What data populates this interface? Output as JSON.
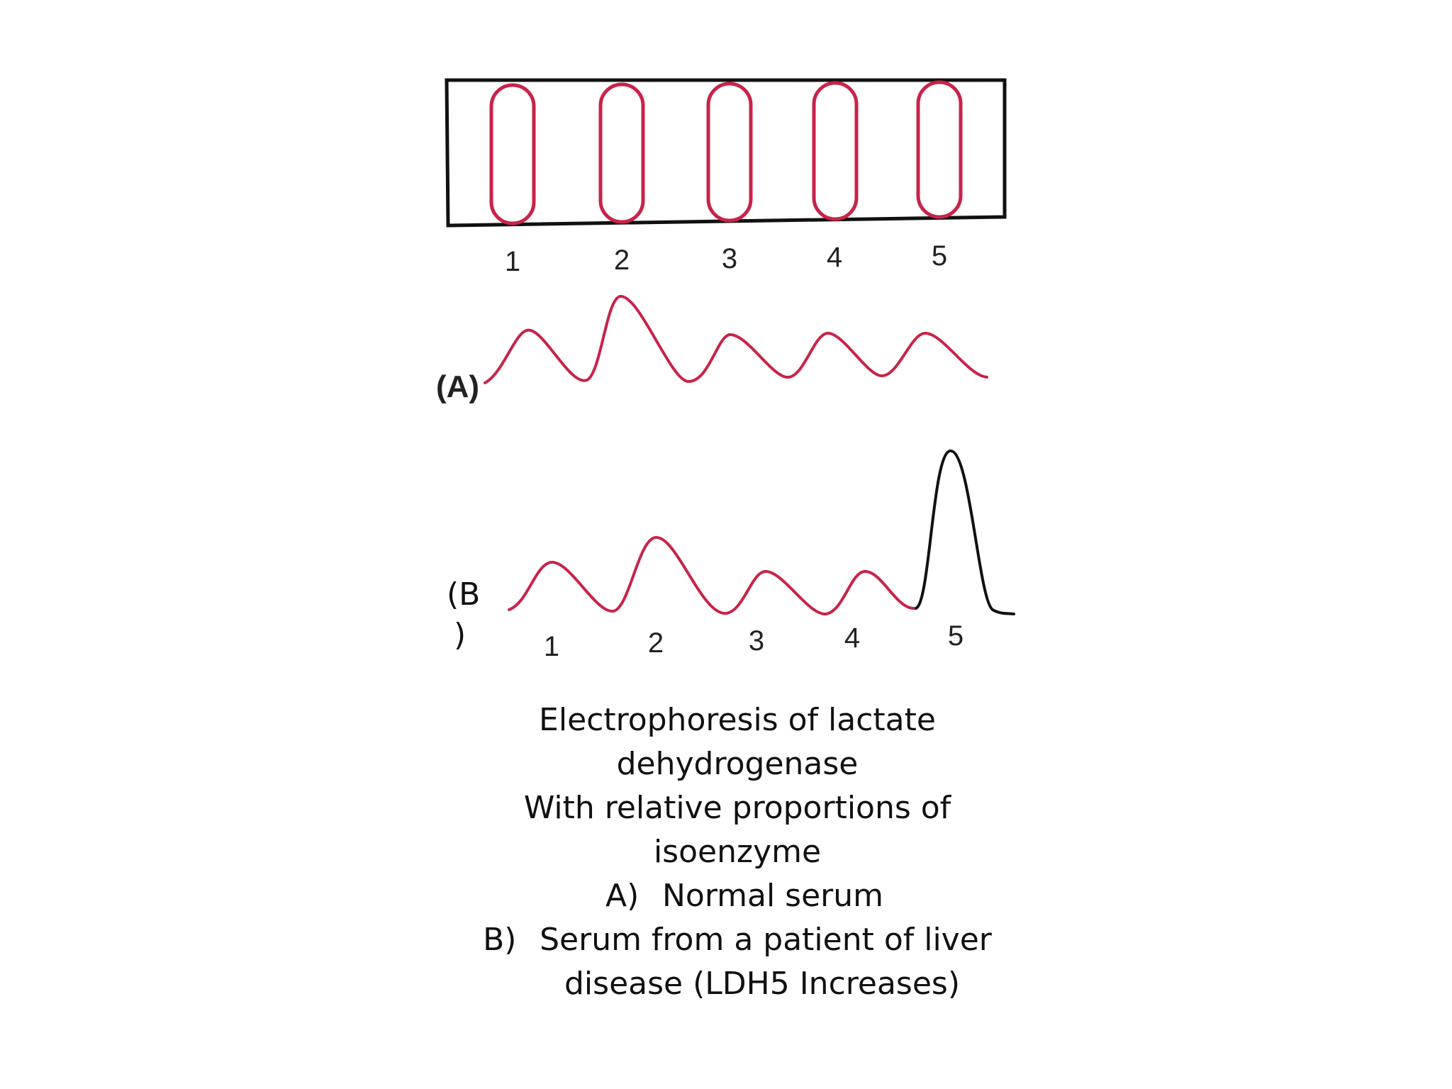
{
  "diagram": {
    "lane_numbers": [
      "1",
      "2",
      "3",
      "4",
      "5"
    ],
    "panel_a_label": "(A)",
    "panel_b_label_line1": "(B",
    "panel_b_label_line2": ")",
    "panel_b_numbers": [
      "1",
      "2",
      "3",
      "4",
      "5"
    ],
    "colors": {
      "band": "#c8234a",
      "frame": "#111111",
      "trace_a": "#c8234a",
      "trace_b": "#c8234a",
      "trace_b_peak5": "#111111"
    }
  },
  "caption": {
    "line1": "Electrophoresis of lactate",
    "line2": "dehydrogenase",
    "line3": "With relative proportions of",
    "line4": "isoenzyme",
    "item_a_marker": "A)",
    "item_a_text": "Normal serum",
    "item_b_marker": "B)",
    "item_b_text": "Serum from a patient of liver",
    "item_b_cont": "disease (LDH5 Increases)"
  }
}
